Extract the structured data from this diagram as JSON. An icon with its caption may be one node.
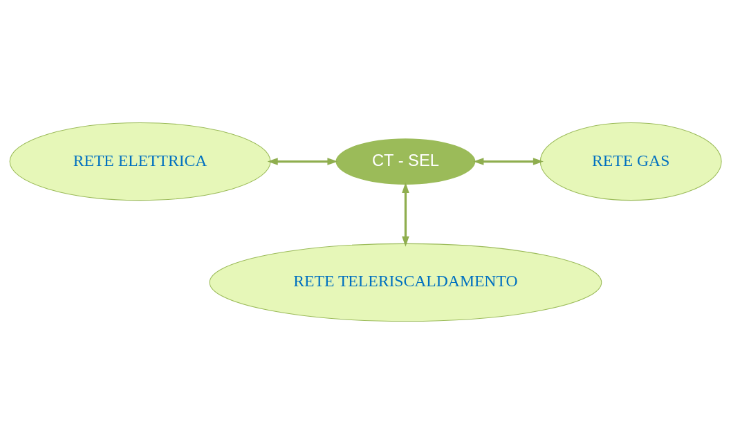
{
  "diagram": {
    "nodes": [
      {
        "text": [
          "RETE ELETTRICA"
        ]
      },
      {
        "text": [
          "CT - SEL"
        ]
      },
      {
        "text": [
          "RETE GAS"
        ]
      },
      {
        "text": [
          "RETE TELERISCALDAMENTO"
        ]
      }
    ],
    "edges": [
      {
        "from": 0,
        "to": 1,
        "arrow": "both"
      },
      {
        "from": 1,
        "to": 2,
        "arrow": "both"
      },
      {
        "from": 1,
        "to": 3,
        "arrow": "both"
      }
    ]
  }
}
